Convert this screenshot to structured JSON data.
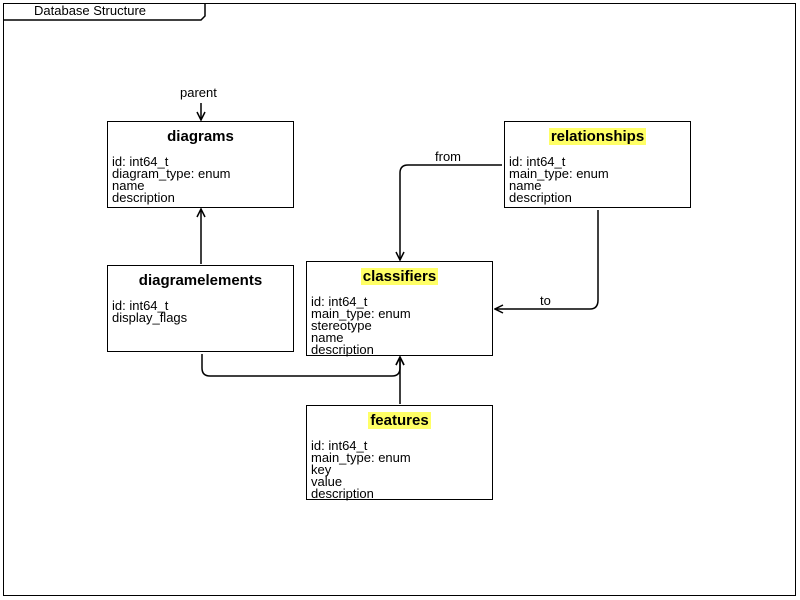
{
  "title": "Database Structure",
  "highlight_color": "#ffff66",
  "entities": {
    "diagrams": {
      "name": "diagrams",
      "highlighted": false,
      "attributes": [
        "id: int64_t",
        "diagram_type: enum",
        "name",
        "description"
      ]
    },
    "relationships": {
      "name": "relationships",
      "highlighted": true,
      "attributes": [
        "id: int64_t",
        "main_type: enum",
        "name",
        "description"
      ]
    },
    "diagramelements": {
      "name": "diagramelements",
      "highlighted": false,
      "attributes": [
        "id: int64_t",
        "display_flags"
      ]
    },
    "classifiers": {
      "name": "classifiers",
      "highlighted": true,
      "attributes": [
        "id: int64_t",
        "main_type: enum",
        "stereotype",
        "name",
        "description"
      ]
    },
    "features": {
      "name": "features",
      "highlighted": true,
      "attributes": [
        "id: int64_t",
        "main_type: enum",
        "key",
        "value",
        "description"
      ]
    }
  },
  "edge_labels": {
    "parent": "parent",
    "from": "from",
    "to": "to"
  }
}
